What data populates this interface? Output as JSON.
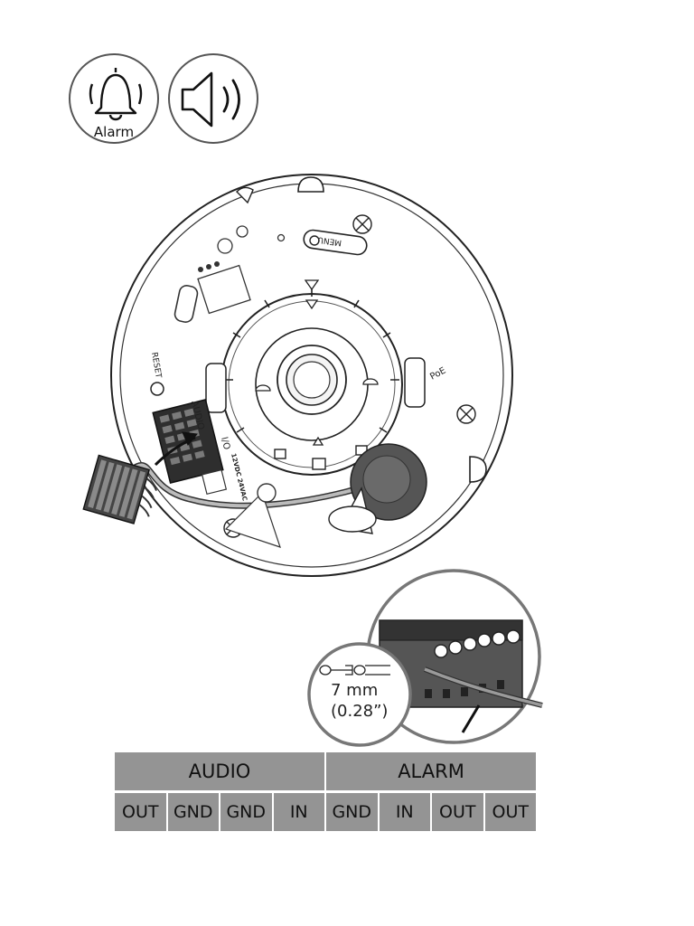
{
  "icons": {
    "alarm_label": "Alarm",
    "alarm_icon": "bell-icon",
    "audio_icon": "speaker-icon"
  },
  "board_labels": {
    "menu": "MENU",
    "reset": "RESET",
    "audio": "AUDIO",
    "io": "I/O",
    "power": "12VDC 24VAC",
    "poe": "PoE"
  },
  "strip_callout": {
    "length_metric": "7 mm",
    "length_imperial": "(0.28”)"
  },
  "pinout": {
    "groups": [
      {
        "label": "AUDIO"
      },
      {
        "label": "ALARM"
      }
    ],
    "pins": [
      "OUT",
      "GND",
      "GND",
      "IN",
      "GND",
      "IN",
      "OUT",
      "OUT"
    ]
  }
}
